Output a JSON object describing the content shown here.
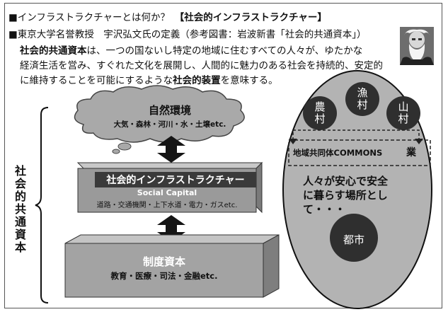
{
  "header": {
    "line1_prefix": "■インフラストラクチャーとは何か？　",
    "line1_title": "【社会的インフラストラクチャー】",
    "line2": "■東京大学名誉教授　宇沢弘文氏の定義（参考図書：岩波新書「社会的共通資本」）"
  },
  "definition": {
    "lead_bold": "社会的共通資本",
    "line1_rest": "は、一つの国ないし特定の地域に住むすべての人々が、ゆたかな",
    "line2": "経済生活を営み、すぐれた文化を展開し、人間的に魅力のある社会を持続的、安定的",
    "line3_pre": "に維持することを可能にするような",
    "line3_bold": "社会的装置",
    "line3_post": "を意味する。"
  },
  "left_label": "社会的共通資本",
  "nature": {
    "title": "自然環境",
    "items": "大気・森林・河川・水・土壌etc."
  },
  "infra": {
    "title": "社会的インフラストラクチャー",
    "subtitle": "Social Capital",
    "items": "道路・交通機関・上下水道・電力・ガスetc."
  },
  "system": {
    "title": "制度資本",
    "items": "教育・医療・司法・金融etc."
  },
  "region": {
    "villages": [
      "農村",
      "漁村",
      "山村"
    ],
    "commons": "地域共同体COMMONS",
    "commons_suffix": "業",
    "message_lines": [
      "人々が安心で安全",
      "に暮らす場所とし",
      "て・・・"
    ],
    "city": "都市"
  },
  "colors": {
    "cloud_fill": "#a9a9a9",
    "infra_fill": "#9a9a9a",
    "infra_title_bg": "#3a3a3a",
    "box_fill": "#a3a3a3",
    "oval_fill": "#b3b3b3",
    "circle_fill": "#2f2f2f",
    "arrow_fill": "#151515"
  },
  "icons": [
    "portrait-photo",
    "double-arrow-icon",
    "bracket"
  ]
}
